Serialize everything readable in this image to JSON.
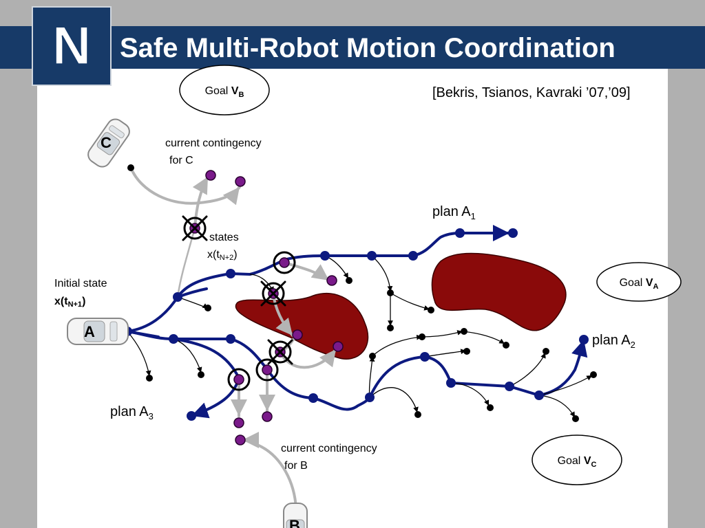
{
  "slide": {
    "title": "Safe Multi-Robot Motion Coordination",
    "logo_letter": "N",
    "citation": "[Bekris, Tsianos, Kavraki ’07,’09]"
  },
  "goals": {
    "goal_b": {
      "prefix": "Goal ",
      "symbol": "V",
      "sub": "B"
    },
    "goal_a": {
      "prefix": "Goal ",
      "symbol": "V",
      "sub": "A"
    },
    "goal_c": {
      "prefix": "Goal ",
      "symbol": "V",
      "sub": "C"
    }
  },
  "labels": {
    "contingency_c_line1": "current contingency",
    "contingency_c_line2": "for C",
    "contingency_b_line1": "current contingency",
    "contingency_b_line2": "for B",
    "states_line1": "states",
    "states_x": "x(t",
    "states_sub": "N+2",
    "states_close": ")",
    "initial_line1": "Initial state",
    "initial_x": "x(t",
    "initial_sub": "N+1",
    "initial_close": ")",
    "plan_a1": "plan A",
    "plan_a1_sub": "1",
    "plan_a2": "plan A",
    "plan_a2_sub": "2",
    "plan_a3": "plan A",
    "plan_a3_sub": "3"
  },
  "robots": {
    "robot_a": "A",
    "robot_b": "B",
    "robot_c": "C"
  },
  "colors": {
    "header": "#173a68",
    "plan_path": "#0d1a80",
    "node_blue": "#0d1a80",
    "node_purple": "#7a1a8a",
    "contingency": "#b4b4b4",
    "obstacle": "#8a0a0a",
    "tree_edge": "#000000"
  }
}
